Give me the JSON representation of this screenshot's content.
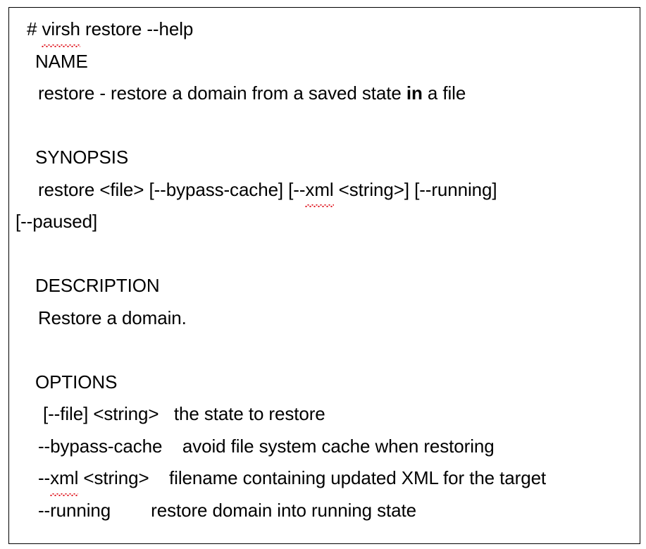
{
  "document": {
    "command_line": {
      "prompt": "# ",
      "command": "virsh",
      "command_misspelled": true,
      "args": " restore --help"
    },
    "sections": [
      {
        "heading": "NAME",
        "lines": [
          "restore - restore a domain from a saved state in a file"
        ]
      },
      {
        "heading": "SYNOPSIS",
        "lines": [
          "restore <file> [--bypass-cache] [--xml <string>] [--running] [--paused]"
        ]
      },
      {
        "heading": "DESCRIPTION",
        "lines": [
          "Restore a domain."
        ]
      },
      {
        "heading": "OPTIONS",
        "lines": []
      }
    ],
    "name_line": {
      "before_bold": "restore - restore a domain from a saved state ",
      "bold": "in",
      "after_bold": " a file"
    },
    "synopsis_line": {
      "part1": "restore <file> [--bypass-cache] [--",
      "misspelled": "xml",
      "part2": " <string>] [--running]",
      "wrapped": "[--paused]"
    },
    "options": [
      {
        "flag_prefix": "[--file] <string>",
        "flag_misspelled": null,
        "flag_suffix": "",
        "gap": "   ",
        "description": "the state to restore"
      },
      {
        "flag_prefix": "--bypass-cache",
        "flag_misspelled": null,
        "flag_suffix": "",
        "gap": "    ",
        "description": "avoid file system cache when restoring"
      },
      {
        "flag_prefix": "--",
        "flag_misspelled": "xml",
        "flag_suffix": " <string>",
        "gap": "    ",
        "description": "filename containing updated XML for the target"
      },
      {
        "flag_prefix": "--running",
        "flag_misspelled": null,
        "flag_suffix": "",
        "gap": "        ",
        "description": "restore domain into running state"
      }
    ],
    "colors": {
      "text": "#000000",
      "background": "#ffffff",
      "border": "#000000",
      "spellcheck_underline": "#e01b24"
    }
  }
}
